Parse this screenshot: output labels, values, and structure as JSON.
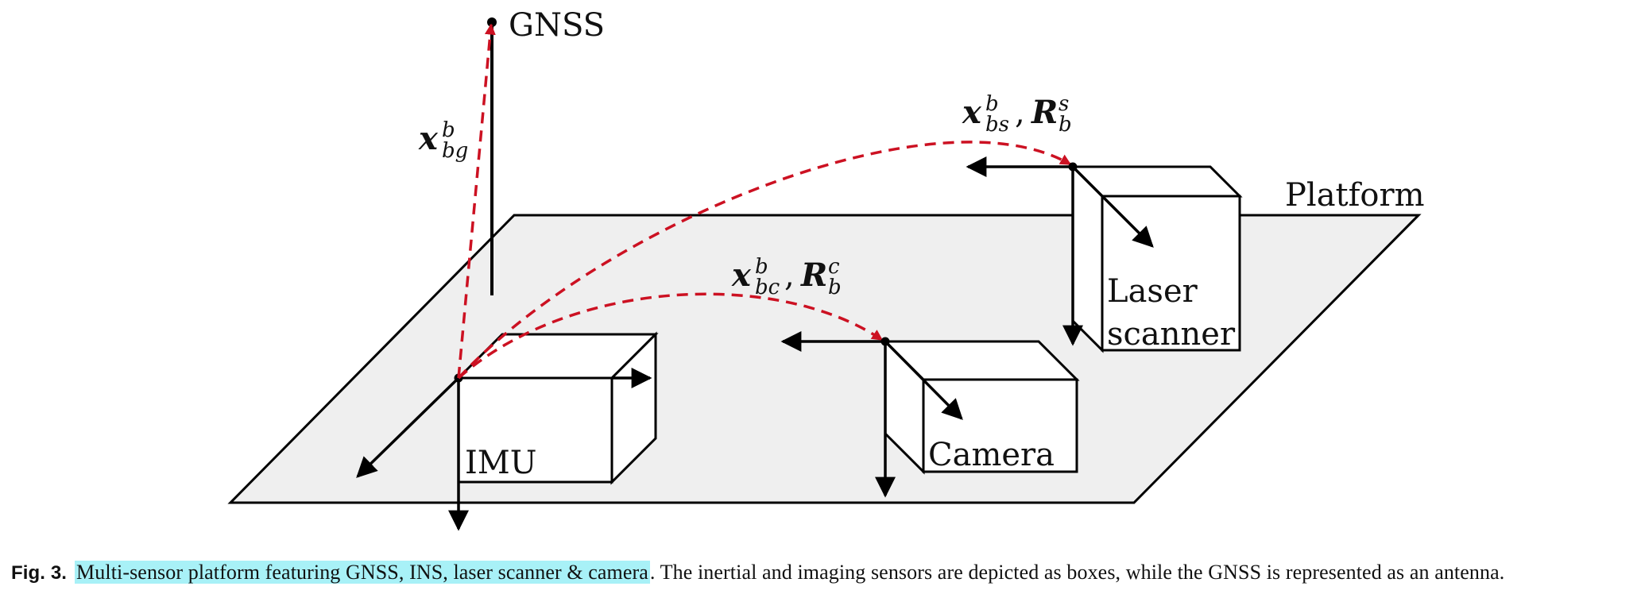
{
  "labels": {
    "gnss": "GNSS",
    "platform": "Platform",
    "imu": "IMU",
    "camera": "Camera",
    "laser_line1": "Laser",
    "laser_line2": "scanner"
  },
  "math": {
    "x_bg": {
      "base": "x",
      "sup": "b",
      "sub": "bg"
    },
    "camera_pair": {
      "x": "x",
      "x_sup": "b",
      "x_sub": "bc",
      "r": "R",
      "r_sup": "c",
      "r_sub": "b"
    },
    "laser_pair": {
      "x": "x",
      "x_sup": "b",
      "x_sub": "bs",
      "r": "R",
      "r_sup": "s",
      "r_sub": "b"
    },
    "separator": ","
  },
  "colors": {
    "platform_fill": "#efefef",
    "stroke": "#000000",
    "transform_arrow": "#cc1122",
    "highlight": "#a8f1f7"
  },
  "caption": {
    "fig_label": "Fig. 3.",
    "highlighted_text": "Multi-sensor platform featuring GNSS, INS, laser scanner & camera",
    "rest_text": ". The inertial and imaging sensors are depicted as boxes, while the GNSS is represented as an antenna."
  }
}
